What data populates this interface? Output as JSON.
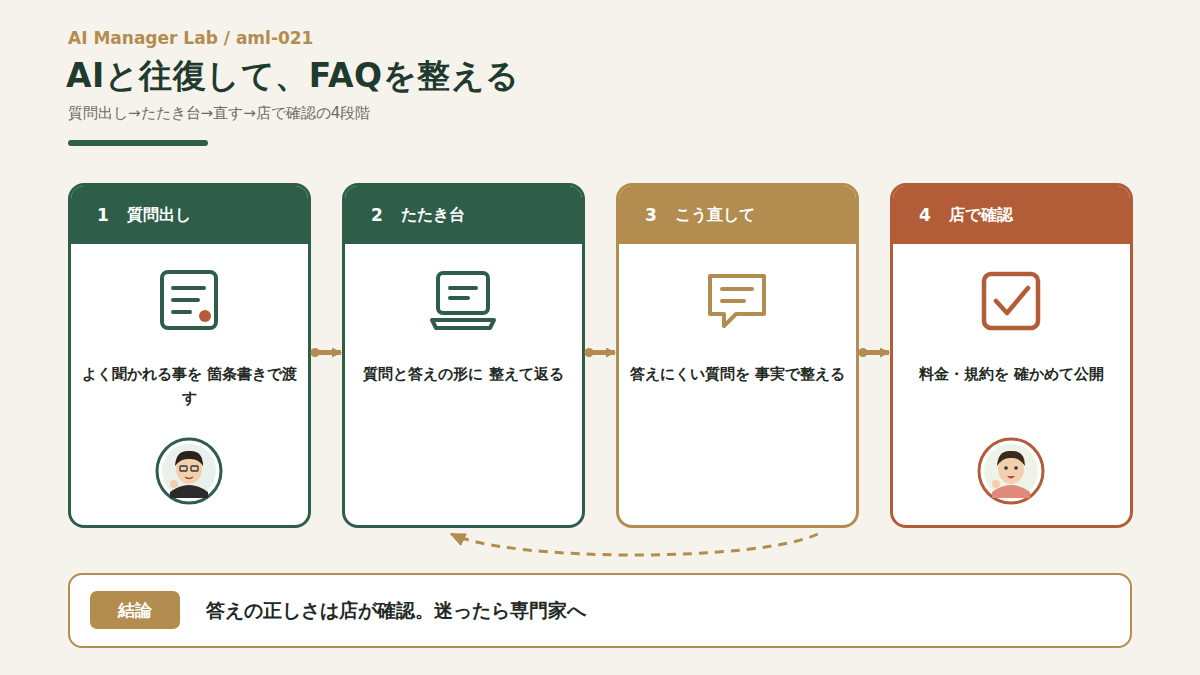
{
  "diagram": {
    "title": "AIと往復して、FAQを整える",
    "nodes": [
      {
        "text": [
          "1",
          "質問出し",
          "よく聞かれる事を 箇条書きで渡す"
        ]
      },
      {
        "text": [
          "2",
          "たたき台",
          "質問と答えの形に 整えて返る"
        ]
      },
      {
        "text": [
          "3",
          "こう直して",
          "答えにくい質問を 事実で整える"
        ]
      },
      {
        "text": [
          "4",
          "店で確認",
          "料金・規約を 確かめて公開"
        ]
      },
      {
        "text": [
          "答えの正しさは店が確認。迷ったら専門家へ"
        ]
      },
      {
        "text": [
          "結論"
        ],
        "in": 4
      }
    ],
    "edges": [
      {
        "from": 0,
        "to": 1,
        "arrow": "to"
      },
      {
        "from": 1,
        "to": 2,
        "arrow": "to"
      },
      {
        "from": 2,
        "to": 3,
        "arrow": "to"
      },
      {
        "from": 2,
        "to": 1,
        "arrow": "to"
      }
    ],
    "labels": [
      "AI Manager Lab / aml-021",
      "質問出し→たたき台→直す→店で確認の4段階"
    ]
  }
}
